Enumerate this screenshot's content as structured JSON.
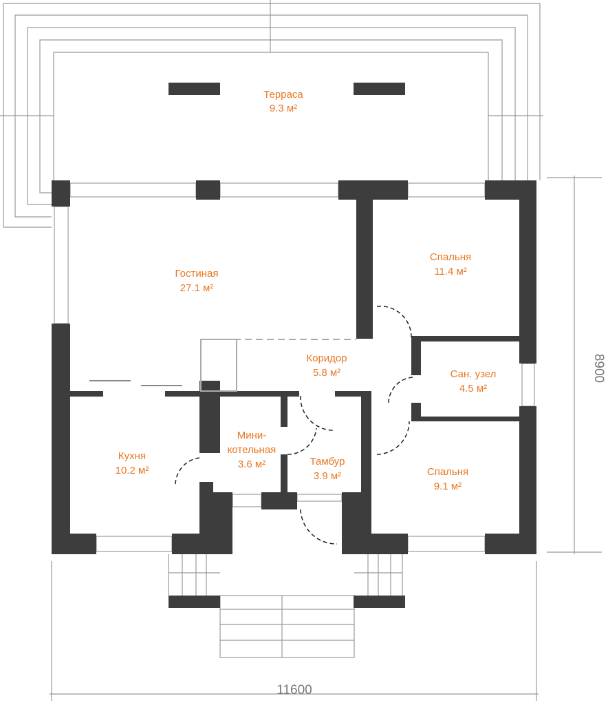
{
  "rooms": [
    {
      "name": "Терраса",
      "area": "9.3 м²"
    },
    {
      "name": "Гостиная",
      "area": "27.1 м²"
    },
    {
      "name": "Спальня",
      "area": "11.4 м²"
    },
    {
      "name": "Коридор",
      "area": "5.8 м²"
    },
    {
      "name": "Сан. узел",
      "area": "4.5 м²"
    },
    {
      "name": "Кухня",
      "area": "10.2 м²"
    },
    {
      "name": "Мини-",
      "name2": "котельная",
      "area": "3.6 м²"
    },
    {
      "name": "Тамбур",
      "area": "3.9 м²"
    },
    {
      "name": "Спальня",
      "area": "9.1 м²"
    }
  ],
  "dimensions": {
    "height": "8900",
    "width": "11600"
  },
  "colors": {
    "wall": "#3d3d3d",
    "label": "#e87722",
    "dimension": "#777777"
  }
}
